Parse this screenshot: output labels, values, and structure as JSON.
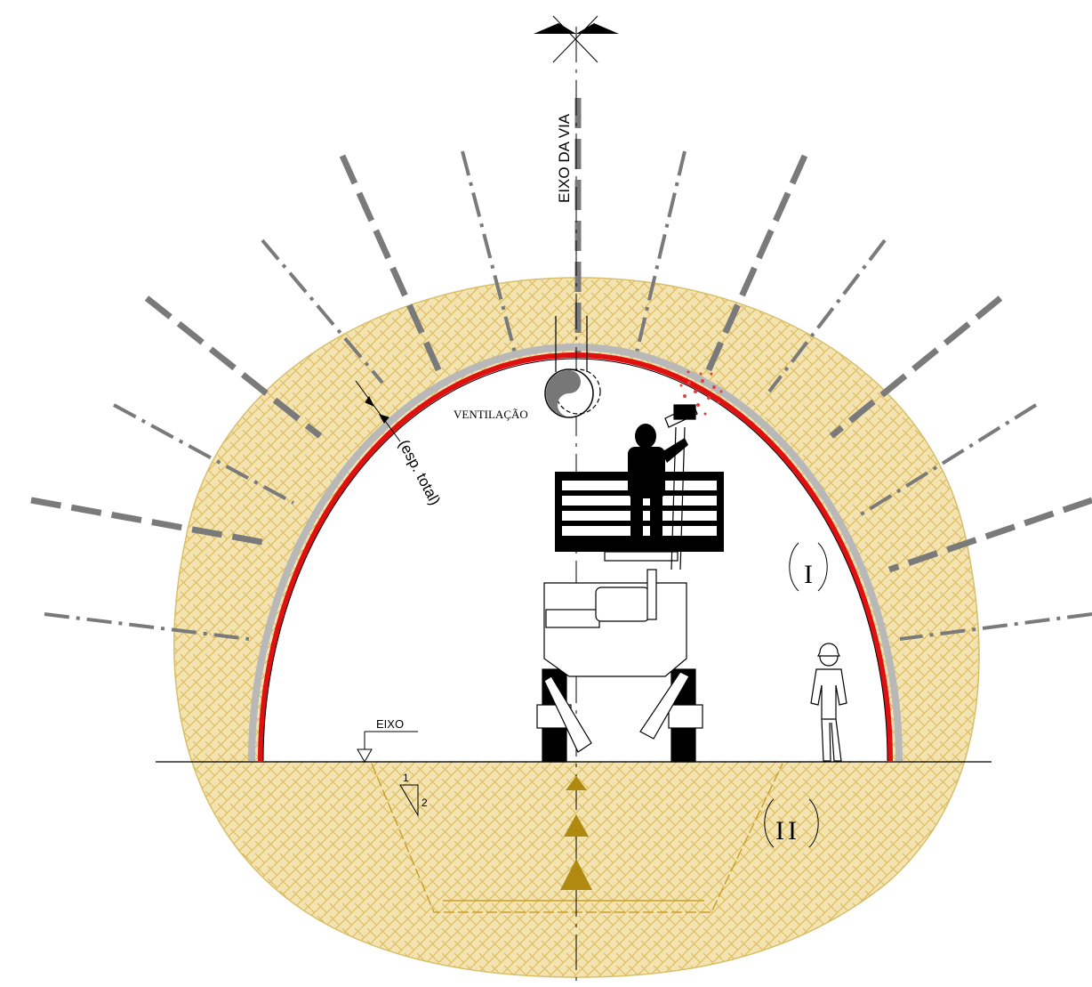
{
  "labels": {
    "axis": "EIXO DA VIA",
    "ventilation": "VENTILAÇÃO",
    "thickness": "(esp. total)",
    "level": "EIXO",
    "slope_top": "1",
    "slope_side": "2",
    "phase_one": "I",
    "phase_two": "II"
  },
  "colors": {
    "soil_fill": "#f2e3b0",
    "soil_hatch": "#c9a02c",
    "lining_red": "#e01010",
    "shotcrete_grey": "#b8b8b8",
    "bolt_grey": "#7a7a7a",
    "drain_gold": "#b08a10",
    "spray_red": "#e04040"
  }
}
